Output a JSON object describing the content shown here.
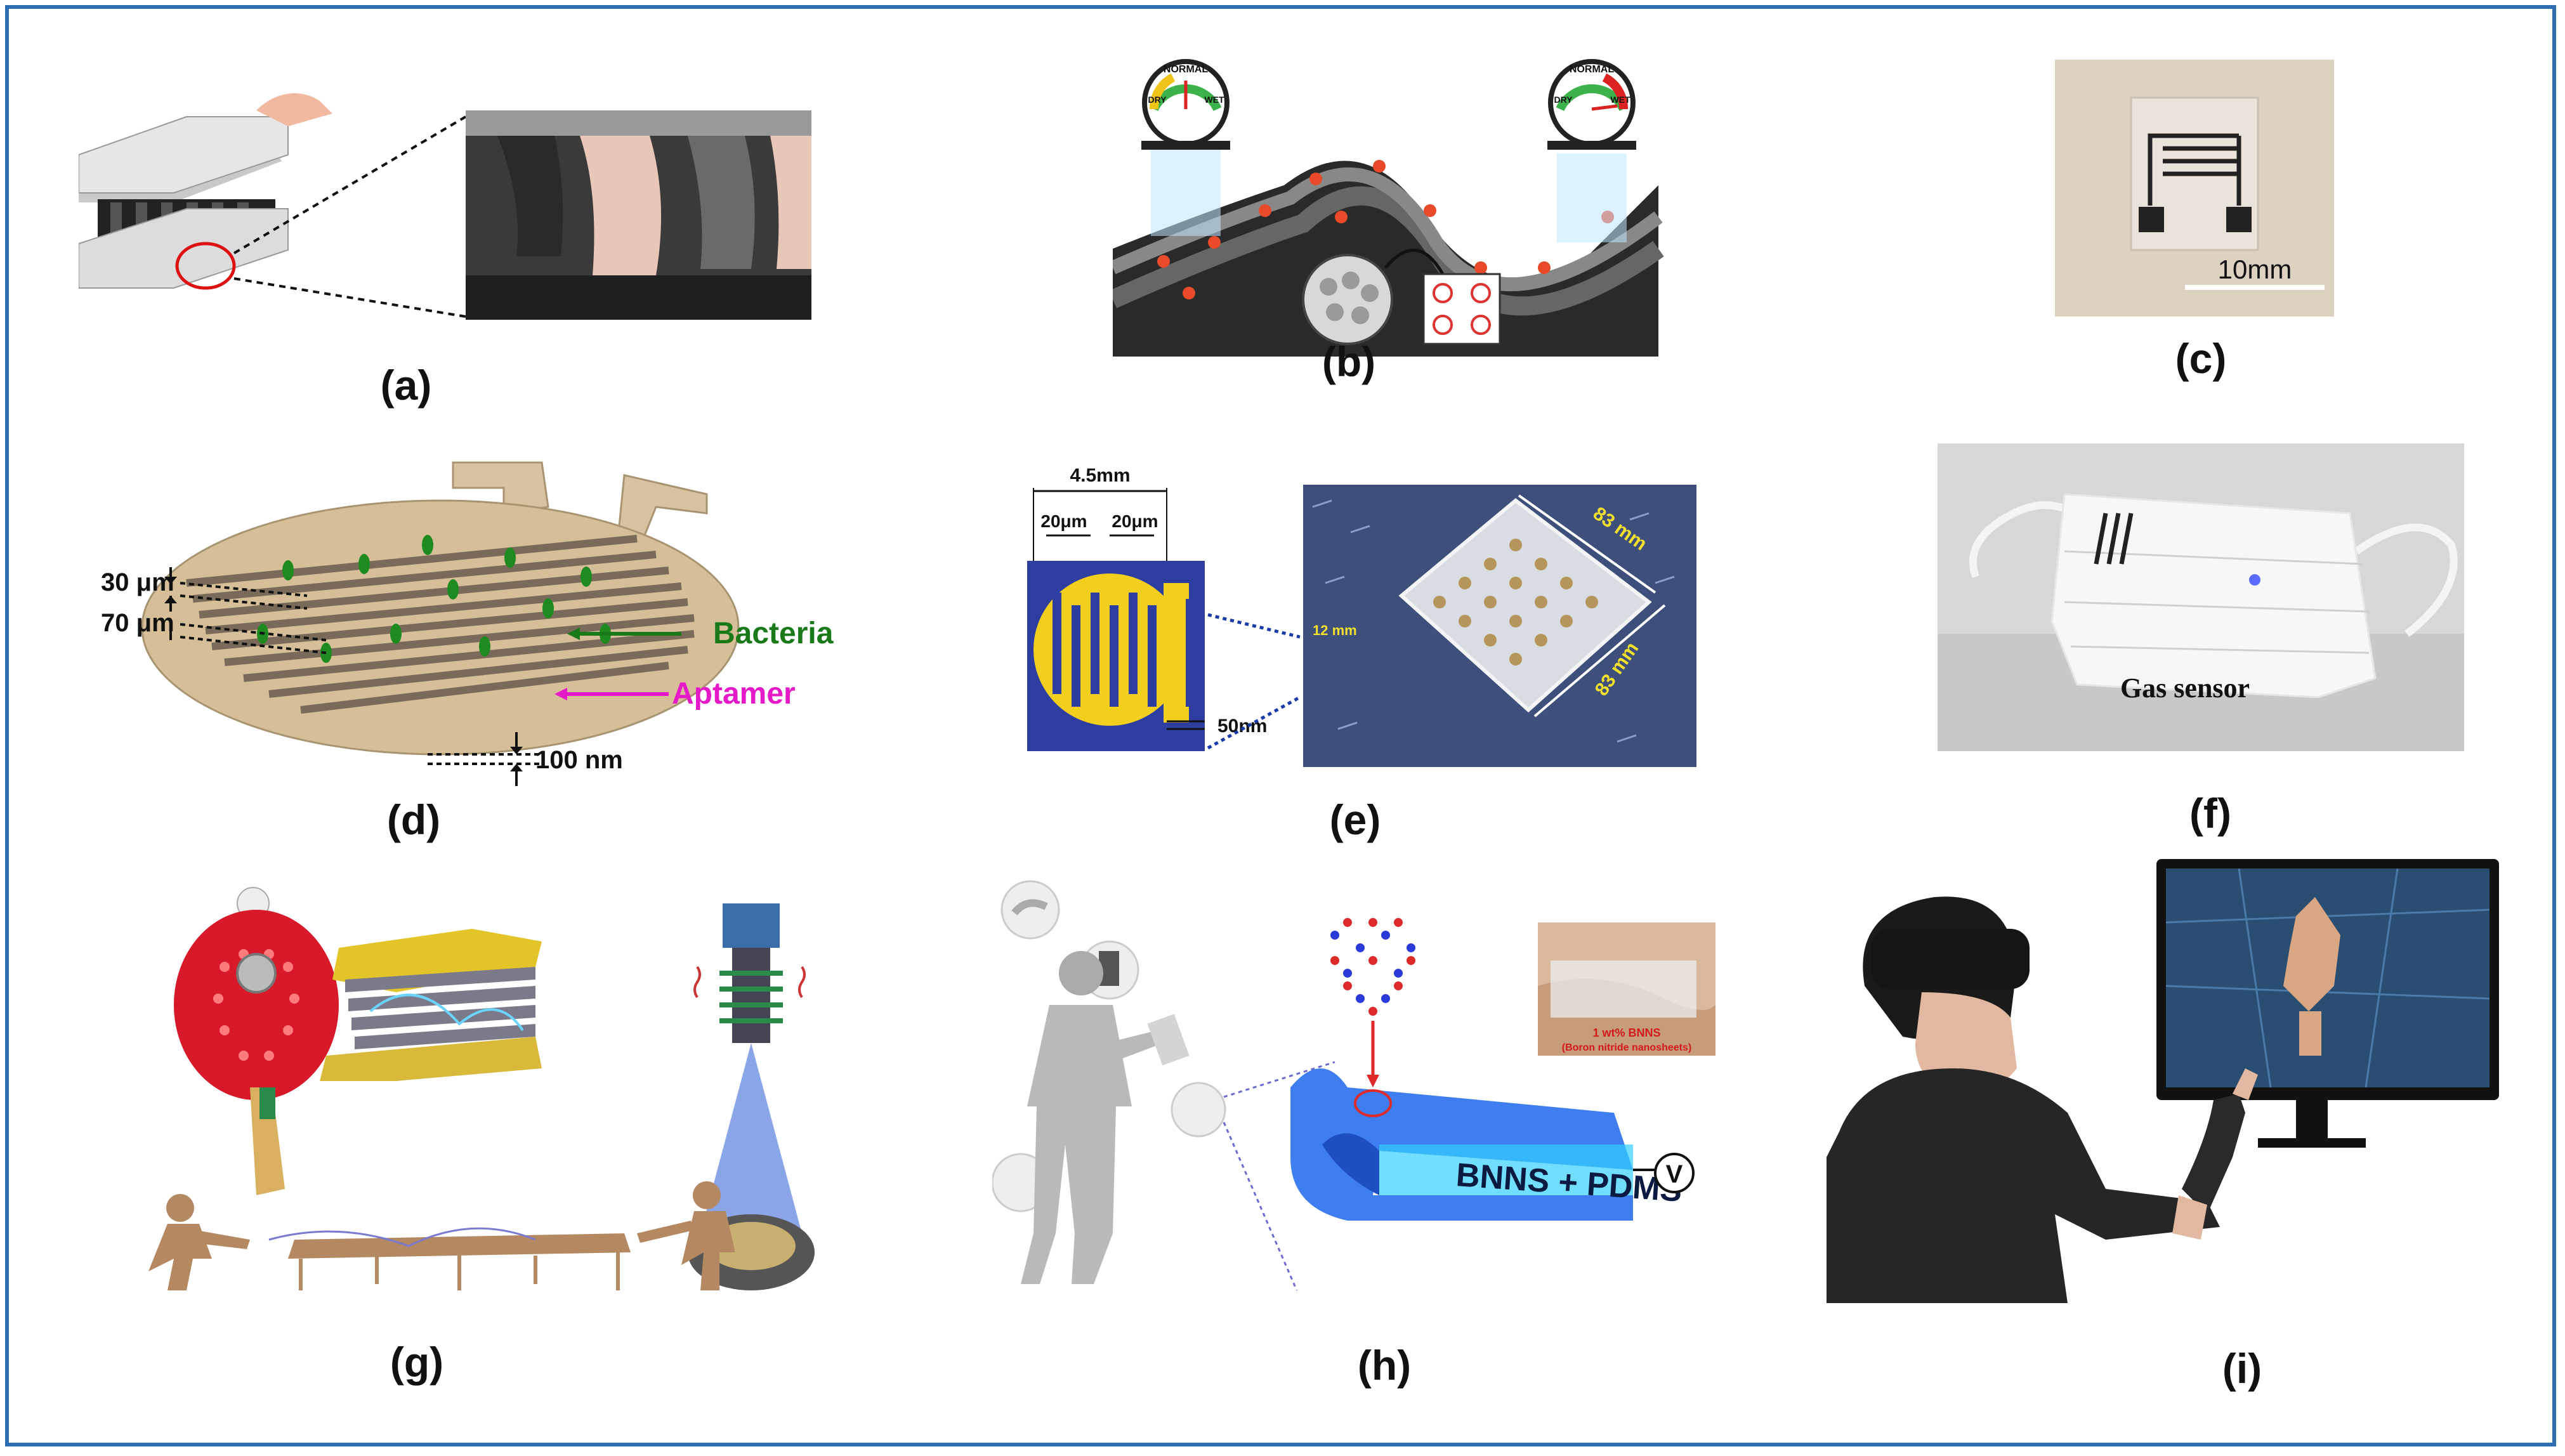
{
  "captions": {
    "a": "(a)",
    "b": "(b)",
    "c": "(c)",
    "d": "(d)",
    "e": "(e)",
    "f": "(f)",
    "g": "(g)",
    "h": "(h)",
    "i": "(i)"
  },
  "panel_b": {
    "gauge_top": "NORMAL",
    "gauge_left": "DRY",
    "gauge_right": "WET"
  },
  "panel_c": {
    "scale": "10mm"
  },
  "panel_d": {
    "dim1": "30 μm",
    "dim2": "70 μm",
    "dim3": "100 nm",
    "bacteria": "Bacteria",
    "aptamer": "Aptamer"
  },
  "panel_e": {
    "width": "4.5mm",
    "gap1": "20μm",
    "gap2": "20μm",
    "thickness": "50nm",
    "plate_w": "83 mm",
    "plate_h": "83 mm",
    "depth": "12 mm"
  },
  "panel_f": {
    "label": "Gas sensor"
  },
  "panel_h": {
    "bnns_line1": "1 wt% BNNS",
    "bnns_line2": "(Boron nitride nanosheets)",
    "film": "BNNS + PDMS",
    "meter": "V"
  },
  "colors": {
    "frame": "#2f6db3",
    "bacteria": "#1a7a1a",
    "aptamer": "#e619c8",
    "electrode_blue": "#2e3da0",
    "electrode_gold": "#f2cf1d",
    "film_blue": "#3f7ef0"
  }
}
